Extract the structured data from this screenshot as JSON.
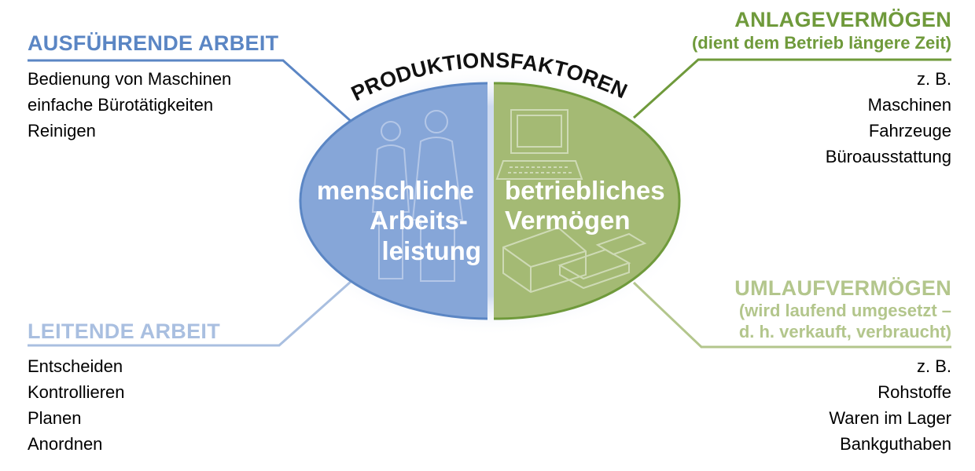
{
  "center": {
    "title": "PRODUKTIONSFAKTOREN",
    "left_label": [
      "menschliche",
      "Arbeits-",
      "leistung"
    ],
    "right_label": [
      "betriebliches",
      "Vermögen"
    ]
  },
  "branches": {
    "ausfuehrende": {
      "heading": "AUSFÜHRENDE ARBEIT",
      "items": [
        "Bedienung von Maschinen",
        "einfache Bürotätigkeiten",
        "Reinigen"
      ]
    },
    "leitende": {
      "heading": "LEITENDE ARBEIT",
      "items": [
        "Entscheiden",
        "Kontrollieren",
        "Planen",
        "Anordnen"
      ]
    },
    "anlage": {
      "heading": "ANLAGEVERMÖGEN",
      "subheading": "(dient dem Betrieb längere Zeit)",
      "items": [
        "z. B.",
        "Maschinen",
        "Fahrzeuge",
        "Büroausstattung"
      ]
    },
    "umlauf": {
      "heading": "UMLAUFVERMÖGEN",
      "subheading": [
        "(wird laufend umgesetzt –",
        "d. h. verkauft, verbraucht)"
      ],
      "items": [
        "z. B.",
        "Rohstoffe",
        "Waren im Lager",
        "Bankguthaben"
      ]
    }
  },
  "colors": {
    "blue_dark": "#5b86c4",
    "blue_light": "#a9bfe0",
    "green_dark": "#6f9a3b",
    "green_light": "#b3c68c",
    "ellipse_blue": "#86a6d8",
    "ellipse_green": "#a4ba74"
  }
}
